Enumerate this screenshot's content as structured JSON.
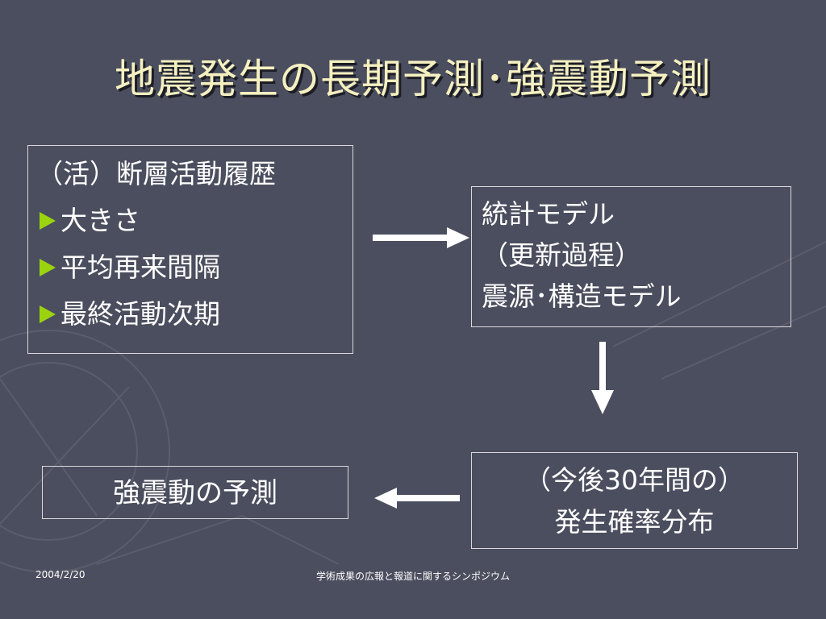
{
  "slide": {
    "title": "地震発生の長期予測･強震動予測"
  },
  "boxes": {
    "history": {
      "heading": "（活）断層活動履歴",
      "bullets": [
        "大きさ",
        "平均再来間隔",
        "最終活動次期"
      ]
    },
    "model": {
      "lines": [
        "統計モデル",
        "（更新過程）",
        "震源･構造モデル"
      ]
    },
    "probability": {
      "lines": [
        "（今後30年間の）",
        "発生確率分布"
      ]
    },
    "strong_motion": {
      "label": "強震動の予測"
    }
  },
  "footer": {
    "date": "2004/2/20",
    "center": "学術成果の広報と報道に関するシンポジウム"
  },
  "colors": {
    "background": "#4b4e5e",
    "title": "#f5f0c0",
    "bullet": "#9bd30e",
    "text": "#ffffff"
  }
}
